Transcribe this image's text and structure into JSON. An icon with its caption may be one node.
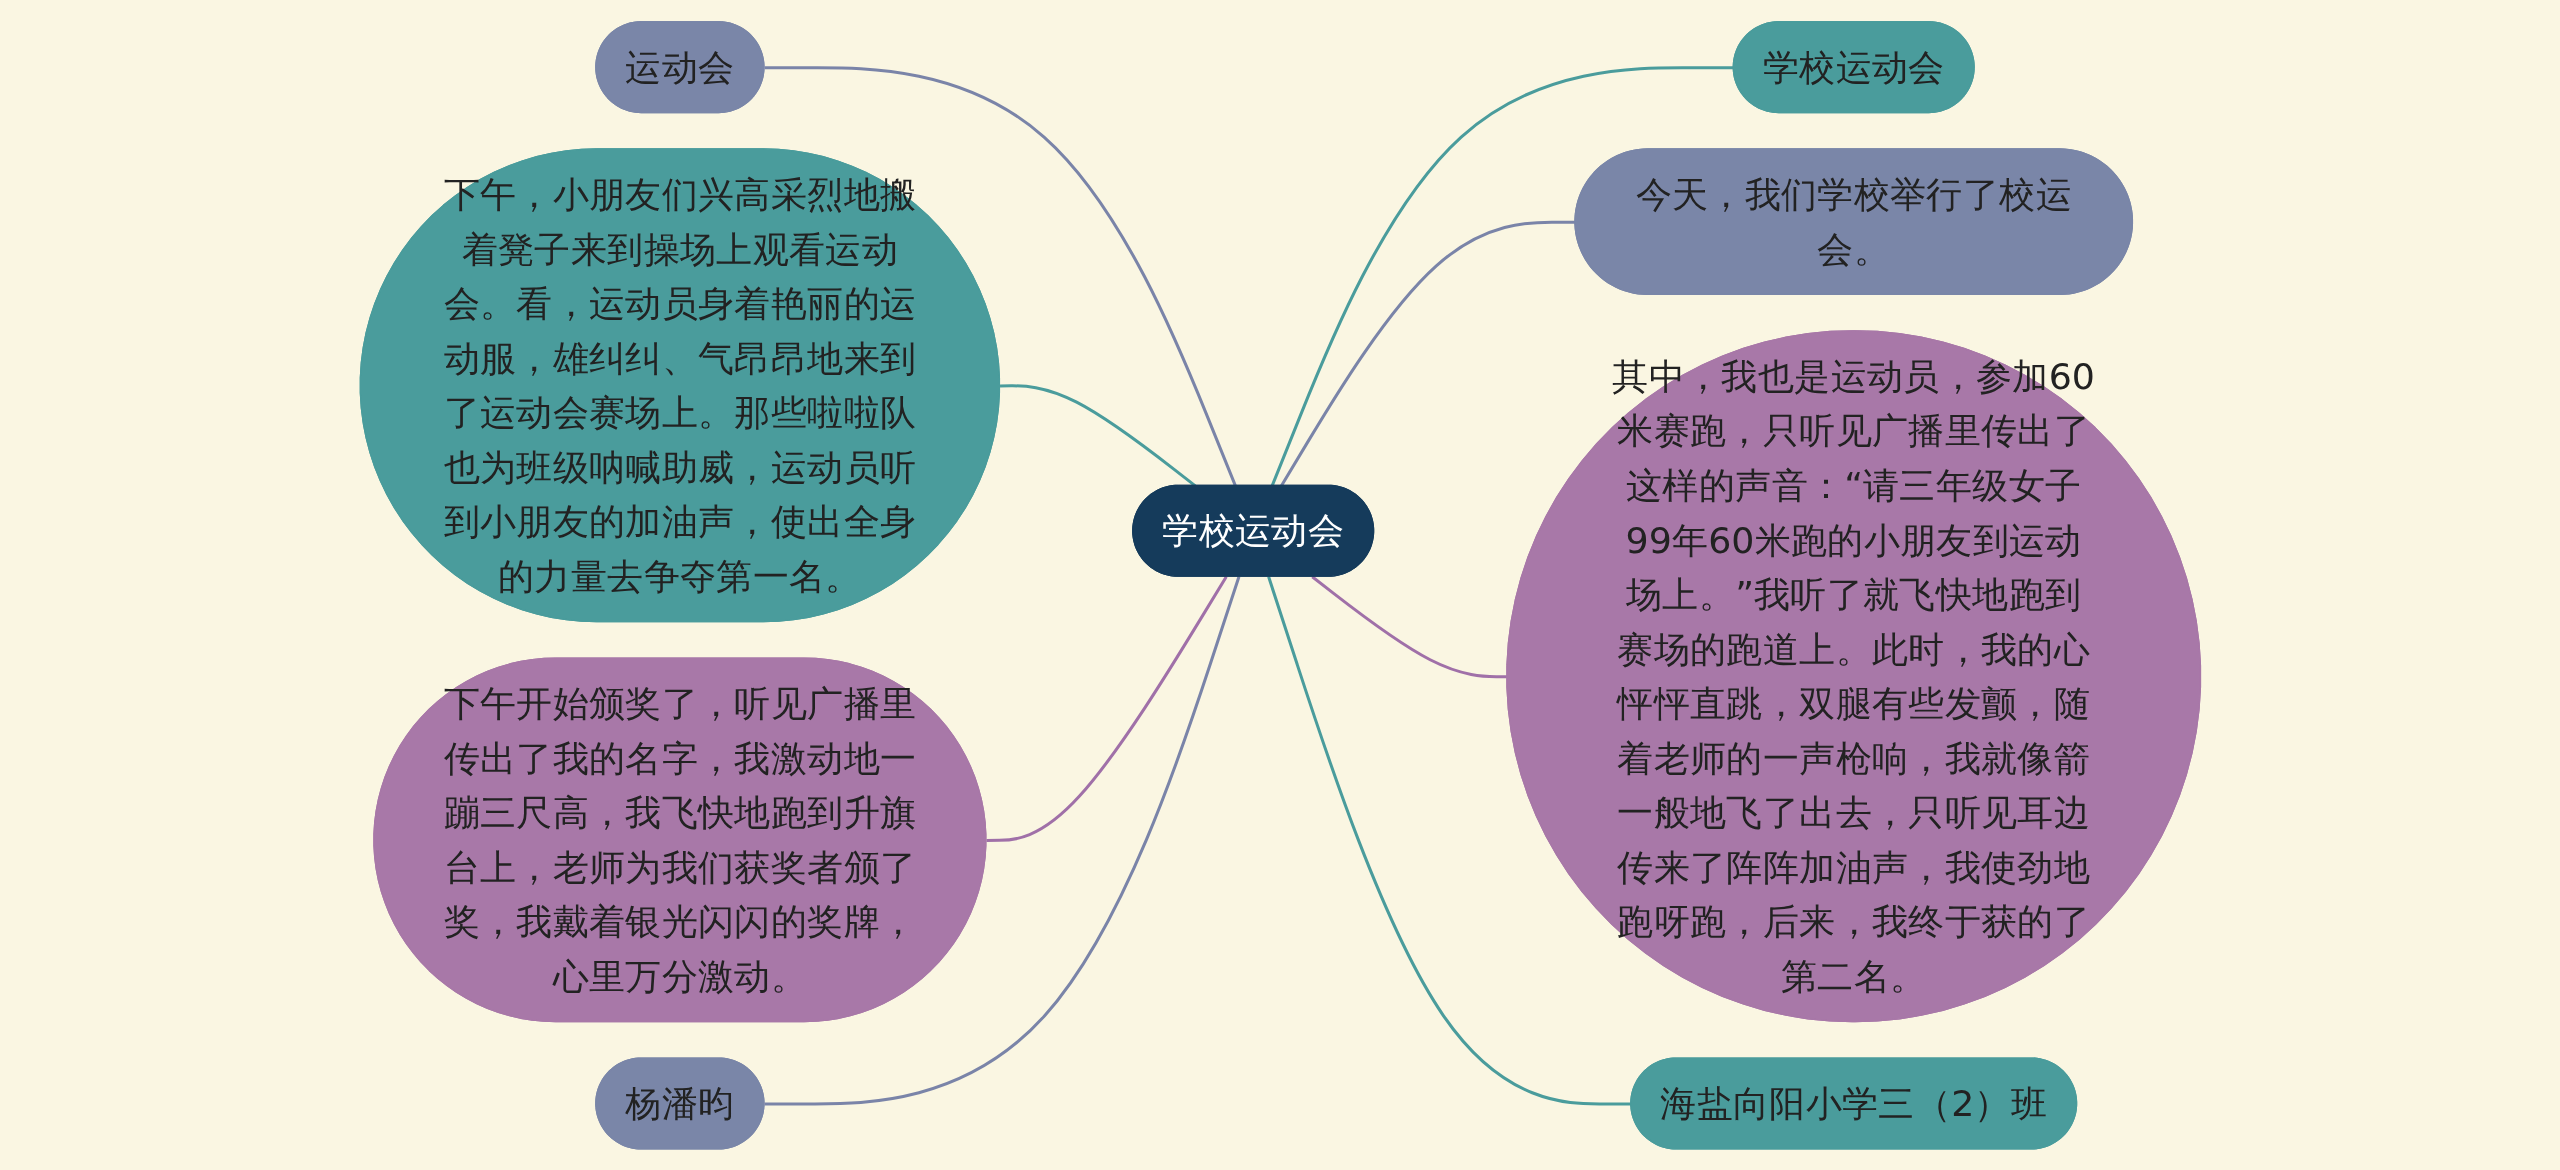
{
  "diagram": {
    "nodes": [
      {
        "text": [
          "学校运动会"
        ]
      },
      {
        "text": [
          "学校运动会"
        ]
      },
      {
        "text": [
          "今天，我们学校举行了校运会。"
        ]
      },
      {
        "text": [
          "其中，我也是运动员，参加60米赛跑，只听见广播里传出了这样的声音：“请三年级女子99年60米跑的小朋友到运动场上。”我听了就飞快地跑到赛场的跑道上。此时，我的心怦怦直跳，双腿有些发颤，随着老师的一声枪响，我就像箭一般地飞了出去，只听见耳边传来了阵阵加油声，我使劲地跑呀跑，后来，我终于获的了第二名。"
        ]
      },
      {
        "text": [
          "海盐向阳小学三（2）班"
        ]
      },
      {
        "text": [
          "运动会"
        ]
      },
      {
        "text": [
          "下午，小朋友们兴高采烈地搬着凳子来到操场上观看运动会。看，运动员身着艳丽的运动服，雄纠纠、气昂昂地来到了运动会赛场上。那些啦啦队也为班级呐喊助威，运动员听到小朋友的加油声，使出全身的力量去争夺第一名。"
        ]
      },
      {
        "text": [
          "下午开始颁奖了，听见广播里传出了我的名字，我激动地一蹦三尺高，我飞快地跑到升旗台上，老师为我们获奖者颁了奖，我戴着银光闪闪的奖牌，心里万分激动。"
        ]
      },
      {
        "text": [
          "杨潘昀"
        ]
      }
    ],
    "edges": [
      {
        "from": 0,
        "to": 1,
        "arrow": "none",
        "color": "#4a9c9c"
      },
      {
        "from": 0,
        "to": 2,
        "arrow": "none",
        "color": "#7a84a8"
      },
      {
        "from": 0,
        "to": 3,
        "arrow": "none",
        "color": "#a070a8"
      },
      {
        "from": 0,
        "to": 4,
        "arrow": "none",
        "color": "#4a9c9c"
      },
      {
        "from": 5,
        "to": 0,
        "arrow": "none",
        "color": "#7a84a8"
      },
      {
        "from": 6,
        "to": 0,
        "arrow": "none",
        "color": "#4a9c9c"
      },
      {
        "from": 7,
        "to": 0,
        "arrow": "none",
        "color": "#a070a8"
      },
      {
        "from": 8,
        "to": 0,
        "arrow": "none",
        "color": "#7a84a8"
      }
    ]
  }
}
